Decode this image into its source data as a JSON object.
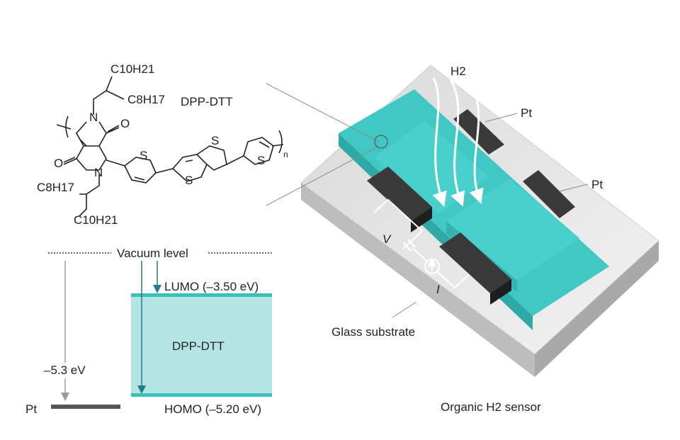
{
  "molecule": {
    "name": "DPP-DTT",
    "chain_top_outer": "C10H21",
    "chain_top_inner": "C8H17",
    "chain_bottom_outer": "C10H21",
    "chain_bottom_inner": "C8H17",
    "atom_n": "N",
    "atom_o": "O",
    "atom_s": "S",
    "repeat_subscript": "n"
  },
  "energy_diagram": {
    "vacuum_level": "Vacuum level",
    "lumo": "LUMO (–3.50 eV)",
    "homo": "HOMO (–5.20 eV)",
    "band_label": "DPP-DTT",
    "work_function": "–5.3 eV",
    "metal": "Pt",
    "band_color": "#b3e6e2",
    "edge_color": "#3bbfb8"
  },
  "device": {
    "gas": "H2",
    "electrode_top": "Pt",
    "electrode_right": "Pt",
    "voltage": "V",
    "current": "I",
    "substrate": "Glass substrate",
    "caption": "Organic H2 sensor",
    "film_color": "#40c8c4",
    "electrode_color": "#3a3a3a"
  }
}
